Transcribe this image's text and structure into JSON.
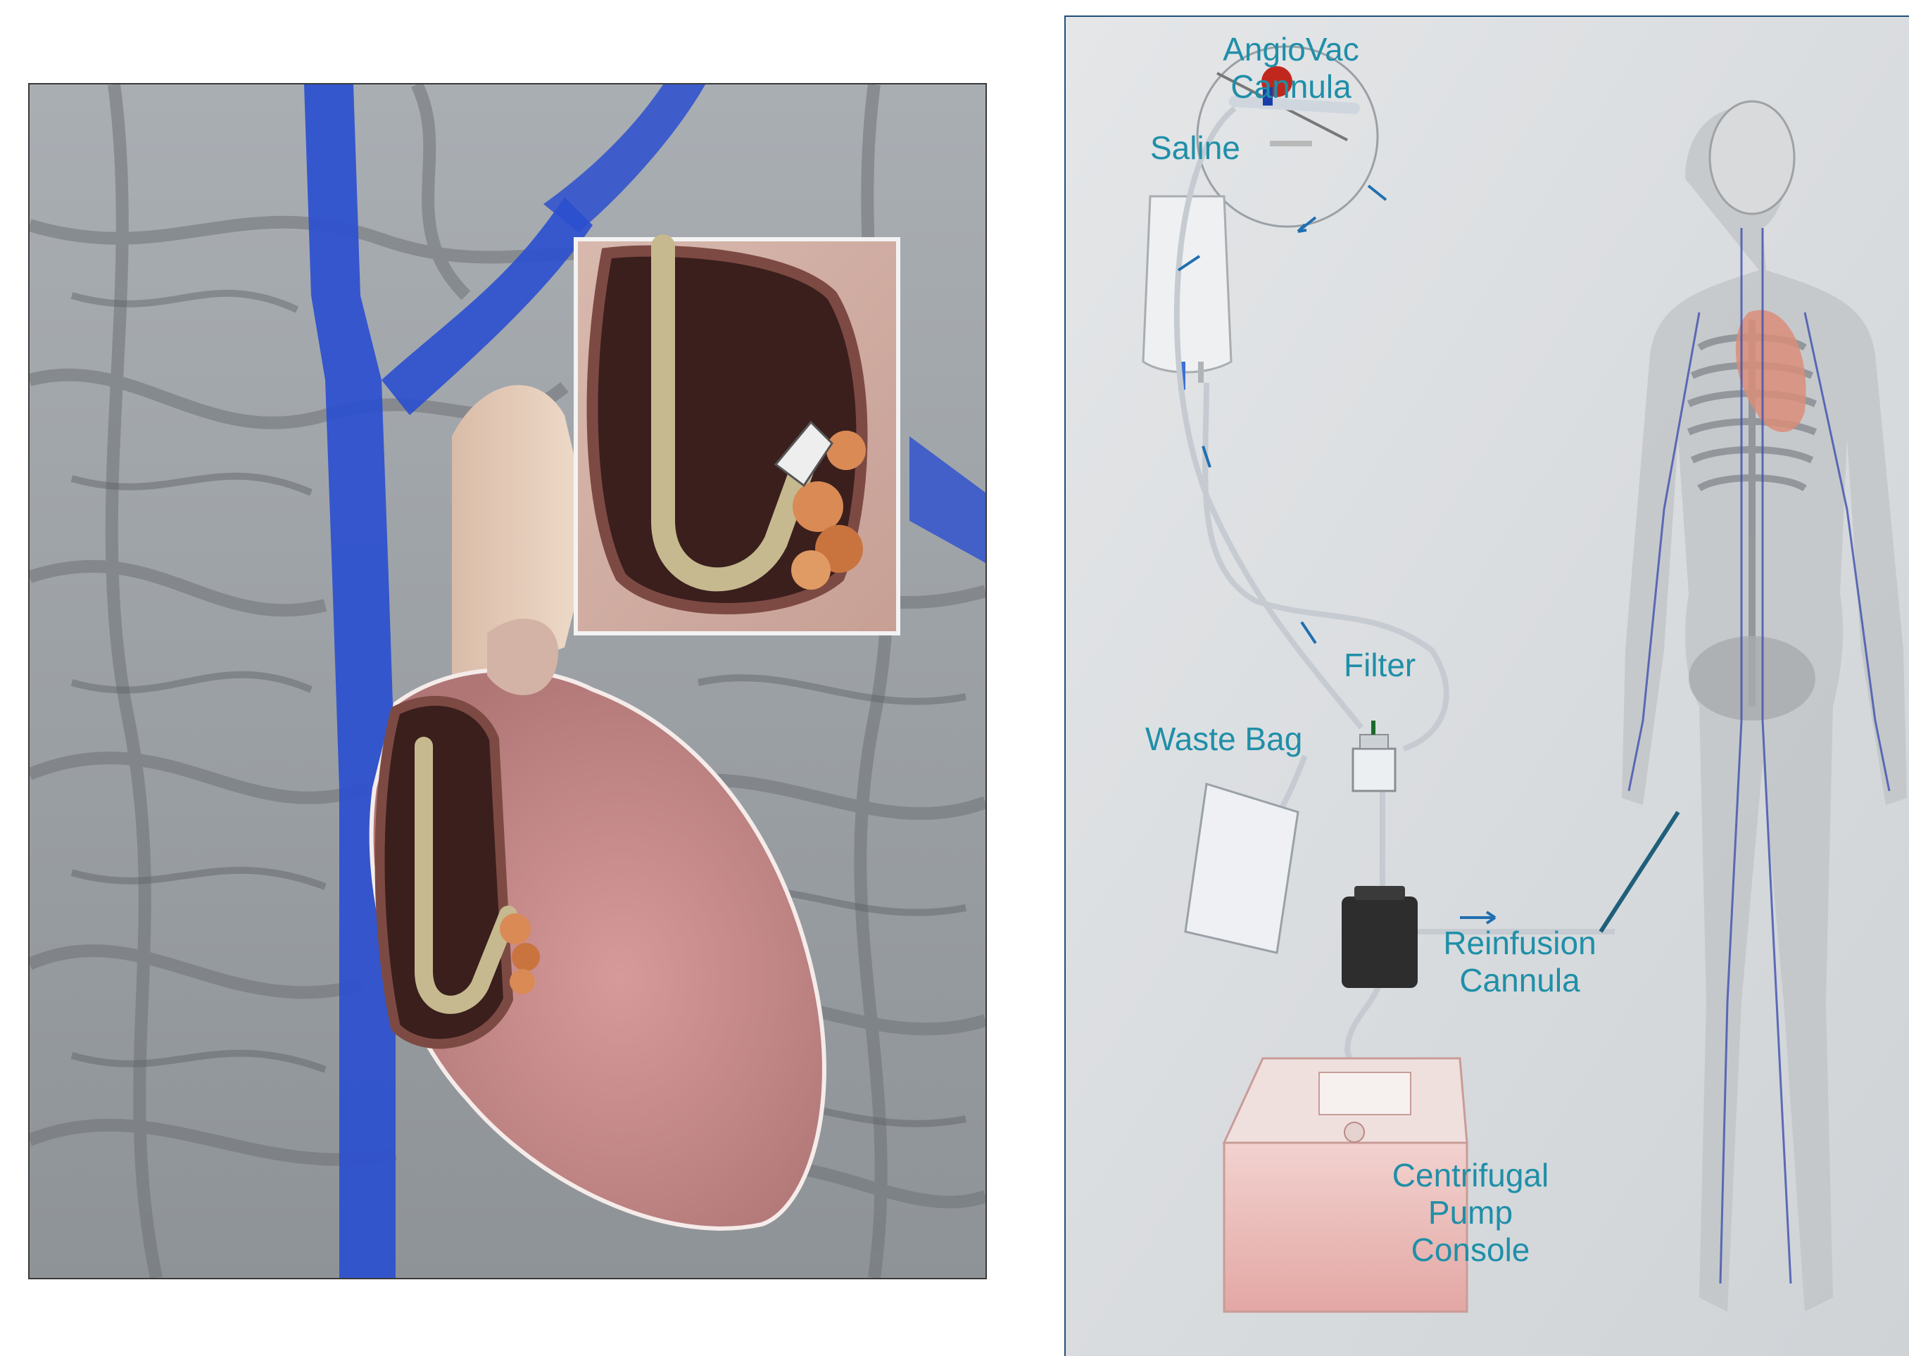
{
  "diagram": {
    "labels": {
      "angiovac_cannula": [
        "AngioVac",
        "Cannula"
      ],
      "saline": "Saline",
      "filter": "Filter",
      "waste_bag": "Waste Bag",
      "reinfusion_cannula": [
        "Reinfusion",
        "Cannula"
      ],
      "pump_console": [
        "Centrifugal",
        "Pump",
        "Console"
      ]
    },
    "colors": {
      "label_text": "#1f8fa8",
      "vein_blue": "#2b4fcf",
      "heart_pink": "#c98a8a",
      "background_gray": "#b9bec3"
    }
  }
}
